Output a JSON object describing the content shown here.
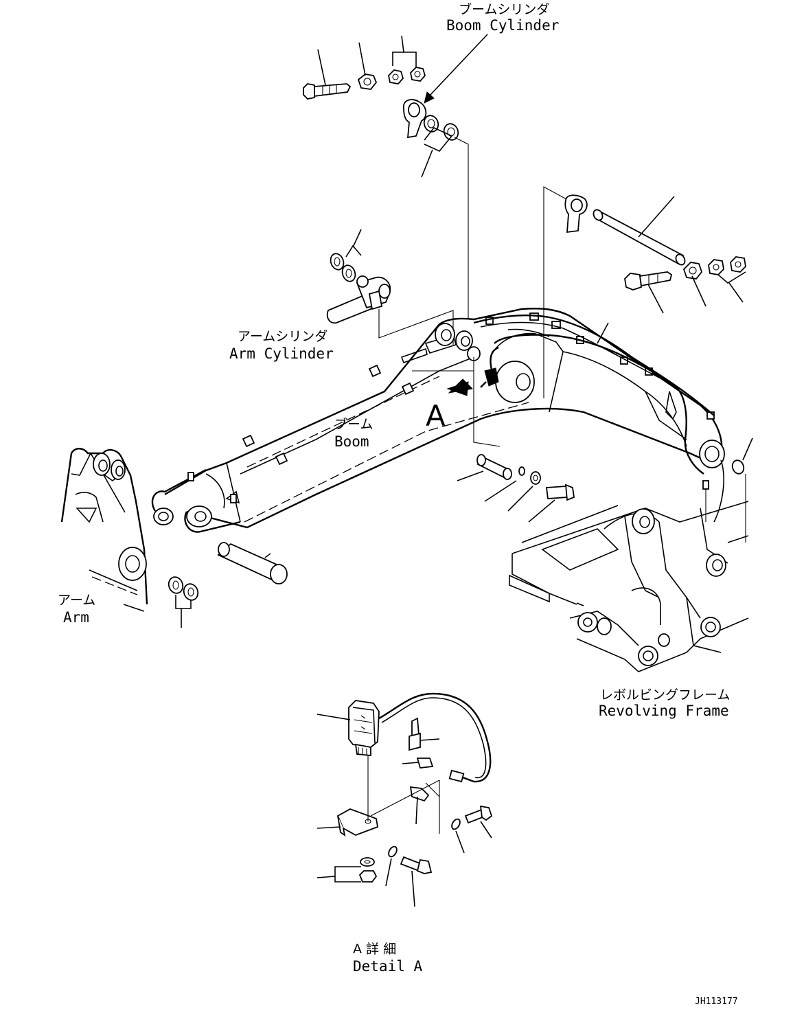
{
  "labels": {
    "boom_cylinder_jp": "ブームシリンダ",
    "boom_cylinder_en": "Boom Cylinder",
    "arm_cylinder_jp": "アームシリンダ",
    "arm_cylinder_en": "Arm Cylinder",
    "boom_jp": "ブーム",
    "boom_en": "Boom",
    "arm_jp": "アーム",
    "arm_en": "Arm",
    "revolving_frame_jp": "レボルビングフレーム",
    "revolving_frame_en": "Revolving Frame",
    "detail_jp": "A 詳 細",
    "detail_en": "Detail A",
    "view_marker": "A",
    "drawing_number": "JH113177"
  }
}
